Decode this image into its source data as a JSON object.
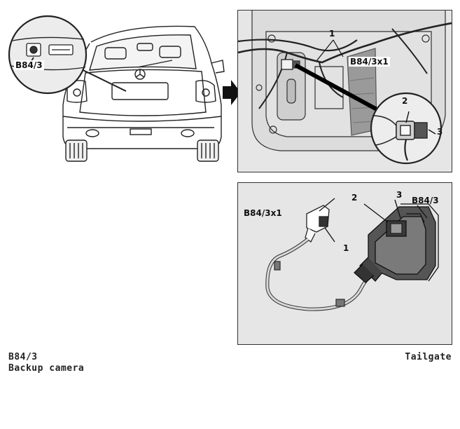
{
  "caption": {
    "code": "B84/3",
    "description": "Backup camera",
    "location": "Tailgate"
  },
  "callouts": {
    "overview_inset": "B84/3",
    "install_connector": "B84/3x1",
    "install_1": "1",
    "install_2": "2",
    "install_3": "3",
    "detail_connector": "B84/3x1",
    "detail_camera": "B84/3",
    "detail_1": "1",
    "detail_2": "2",
    "detail_3": "3"
  }
}
